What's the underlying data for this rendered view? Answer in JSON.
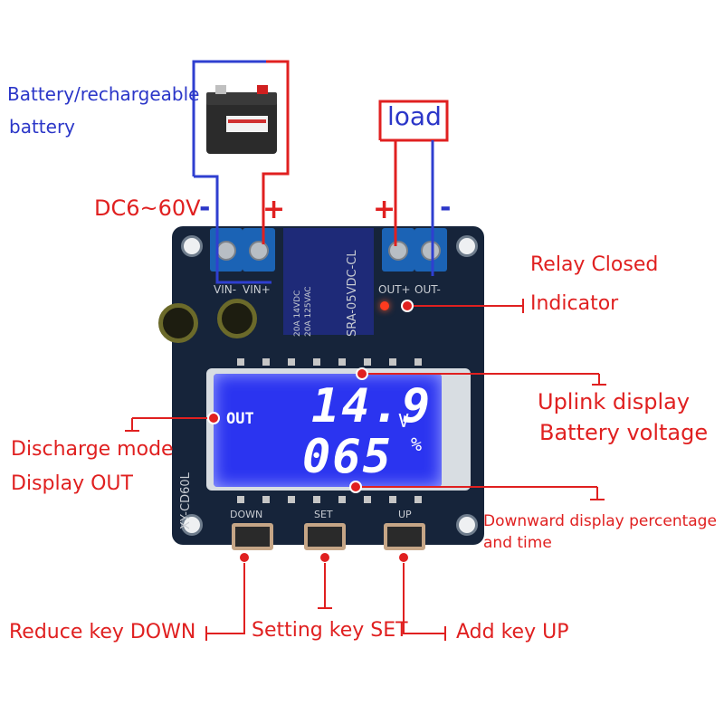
{
  "labels": {
    "battery_line1": "Battery/rechargeable",
    "battery_line2": "battery",
    "load": "load",
    "input_range": "DC6~60V",
    "minus": "-",
    "plus": "+",
    "relay_line1": "Relay Closed",
    "relay_line2": "Indicator",
    "uplink_line1": "Uplink display",
    "uplink_line2": "Battery voltage",
    "discharge_line1": "Discharge mode",
    "discharge_line2": "Display OUT",
    "downward_line1": "Downward display percentage",
    "downward_line2": "and time",
    "reduce_key": "Reduce key  DOWN",
    "setting_key": "Setting key SET",
    "add_key": "Add key UP"
  },
  "board": {
    "model": "XY-CD60L",
    "vin_minus": "VIN-",
    "vin_plus": "VIN+",
    "out_plus": "OUT+",
    "out_minus": "OUT-",
    "relay_text": "SRA-05VDC-CL",
    "relay_rating1": "20A 14VDC",
    "relay_rating2": "20A 125VAC",
    "btn_down": "DOWN",
    "btn_set": "SET",
    "btn_up": "UP"
  },
  "display": {
    "mode": "OUT",
    "voltage": "14.9",
    "voltage_unit": "V",
    "percent": "065",
    "percent_unit": "%"
  },
  "colors": {
    "label_blue": "#2b36c8",
    "label_red": "#e02020",
    "lcd_blue": "#2b34f0",
    "board": "#16243a"
  }
}
